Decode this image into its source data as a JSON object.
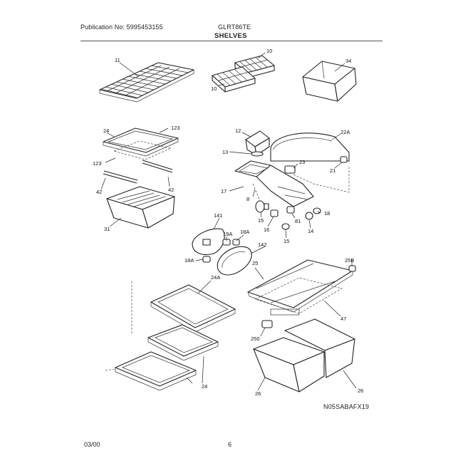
{
  "header": {
    "publication": "Publication No: 5995453155",
    "model": "GLRT86TE",
    "section_title": "SHELVES"
  },
  "footer": {
    "date": "03/00",
    "page": "6"
  },
  "diagram_code": "N05SABAFX19",
  "callouts": {
    "c11": "11",
    "c10a": "10",
    "c10b": "10",
    "c34": "34",
    "c24a": "24",
    "c123a": "123",
    "c123b": "123",
    "c42a": "42",
    "c42b": "42",
    "c31": "31",
    "c12": "12",
    "c13": "13",
    "c22a": "22A",
    "c23": "23",
    "c21": "21",
    "c17": "17",
    "c8": "8",
    "c18": "18",
    "c15a": "15",
    "c16": "16",
    "c81": "81",
    "c14": "14",
    "c15b": "15",
    "c141": "141",
    "c19a": "19A",
    "c18a": "18A",
    "c142": "142",
    "c18b": "18A",
    "c24b": "24A",
    "c25": "25",
    "c25b": "25B",
    "c47": "47",
    "c250": "250",
    "c24c": "24",
    "c26a": "26",
    "c26b": "26"
  }
}
